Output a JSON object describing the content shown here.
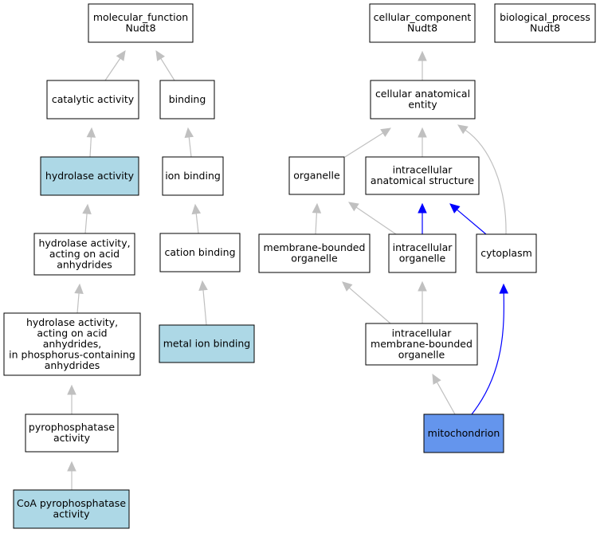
{
  "colors": {
    "default_fill": "#ffffff",
    "light_fill": "#add8e6",
    "highlight_fill": "#6495ed",
    "gray_edge": "#c0c0c0",
    "blue_edge": "#0000ff",
    "border": "#000000"
  },
  "nodes": [
    {
      "id": "molecular_function",
      "lines": [
        "molecular_function",
        "Nudt8"
      ],
      "fill": "default"
    },
    {
      "id": "catalytic_activity",
      "lines": [
        "catalytic activity"
      ],
      "fill": "default"
    },
    {
      "id": "binding",
      "lines": [
        "binding"
      ],
      "fill": "default"
    },
    {
      "id": "hydrolase_activity",
      "lines": [
        "hydrolase activity"
      ],
      "fill": "light"
    },
    {
      "id": "ion_binding",
      "lines": [
        "ion binding"
      ],
      "fill": "default"
    },
    {
      "id": "hydrolase_acid_anhydrides",
      "lines": [
        "hydrolase activity,",
        "acting on acid",
        "anhydrides"
      ],
      "fill": "default"
    },
    {
      "id": "cation_binding",
      "lines": [
        "cation binding"
      ],
      "fill": "default"
    },
    {
      "id": "hydrolase_phosphorus",
      "lines": [
        "hydrolase activity,",
        "acting on acid",
        "anhydrides,",
        "in phosphorus-containing",
        "anhydrides"
      ],
      "fill": "default"
    },
    {
      "id": "metal_ion_binding",
      "lines": [
        "metal ion binding"
      ],
      "fill": "light"
    },
    {
      "id": "pyrophosphatase_activity",
      "lines": [
        "pyrophosphatase",
        "activity"
      ],
      "fill": "default"
    },
    {
      "id": "coa_pyrophosphatase_activity",
      "lines": [
        "CoA pyrophosphatase",
        "activity"
      ],
      "fill": "light"
    },
    {
      "id": "cellular_component",
      "lines": [
        "cellular_component",
        "Nudt8"
      ],
      "fill": "default"
    },
    {
      "id": "biological_process",
      "lines": [
        "biological_process",
        "Nudt8"
      ],
      "fill": "default"
    },
    {
      "id": "cellular_anatomical_entity",
      "lines": [
        "cellular anatomical",
        "entity"
      ],
      "fill": "default"
    },
    {
      "id": "organelle",
      "lines": [
        "organelle"
      ],
      "fill": "default"
    },
    {
      "id": "intracellular_anatomical_structure",
      "lines": [
        "intracellular",
        "anatomical structure"
      ],
      "fill": "default"
    },
    {
      "id": "membrane_bounded_organelle",
      "lines": [
        "membrane-bounded",
        "organelle"
      ],
      "fill": "default"
    },
    {
      "id": "intracellular_organelle",
      "lines": [
        "intracellular",
        "organelle"
      ],
      "fill": "default"
    },
    {
      "id": "cytoplasm",
      "lines": [
        "cytoplasm"
      ],
      "fill": "default"
    },
    {
      "id": "intracellular_membrane_bounded_organelle",
      "lines": [
        "intracellular",
        "membrane-bounded",
        "organelle"
      ],
      "fill": "default"
    },
    {
      "id": "mitochondrion",
      "lines": [
        "mitochondrion"
      ],
      "fill": "highlight"
    }
  ],
  "edges": [
    {
      "from": "catalytic_activity",
      "to": "molecular_function",
      "color": "gray"
    },
    {
      "from": "binding",
      "to": "molecular_function",
      "color": "gray"
    },
    {
      "from": "hydrolase_activity",
      "to": "catalytic_activity",
      "color": "gray"
    },
    {
      "from": "ion_binding",
      "to": "binding",
      "color": "gray"
    },
    {
      "from": "hydrolase_acid_anhydrides",
      "to": "hydrolase_activity",
      "color": "gray"
    },
    {
      "from": "cation_binding",
      "to": "ion_binding",
      "color": "gray"
    },
    {
      "from": "hydrolase_phosphorus",
      "to": "hydrolase_acid_anhydrides",
      "color": "gray"
    },
    {
      "from": "metal_ion_binding",
      "to": "cation_binding",
      "color": "gray"
    },
    {
      "from": "pyrophosphatase_activity",
      "to": "hydrolase_phosphorus",
      "color": "gray"
    },
    {
      "from": "coa_pyrophosphatase_activity",
      "to": "pyrophosphatase_activity",
      "color": "gray"
    },
    {
      "from": "cellular_anatomical_entity",
      "to": "cellular_component",
      "color": "gray"
    },
    {
      "from": "organelle",
      "to": "cellular_anatomical_entity",
      "color": "gray"
    },
    {
      "from": "intracellular_anatomical_structure",
      "to": "cellular_anatomical_entity",
      "color": "gray"
    },
    {
      "from": "cytoplasm",
      "to": "cellular_anatomical_entity",
      "color": "gray"
    },
    {
      "from": "membrane_bounded_organelle",
      "to": "organelle",
      "color": "gray"
    },
    {
      "from": "intracellular_organelle",
      "to": "organelle",
      "color": "gray"
    },
    {
      "from": "intracellular_organelle",
      "to": "intracellular_anatomical_structure",
      "color": "blue"
    },
    {
      "from": "cytoplasm",
      "to": "intracellular_anatomical_structure",
      "color": "blue"
    },
    {
      "from": "intracellular_membrane_bounded_organelle",
      "to": "membrane_bounded_organelle",
      "color": "gray"
    },
    {
      "from": "intracellular_membrane_bounded_organelle",
      "to": "intracellular_organelle",
      "color": "gray"
    },
    {
      "from": "mitochondrion",
      "to": "intracellular_membrane_bounded_organelle",
      "color": "gray"
    },
    {
      "from": "mitochondrion",
      "to": "cytoplasm",
      "color": "blue"
    }
  ]
}
